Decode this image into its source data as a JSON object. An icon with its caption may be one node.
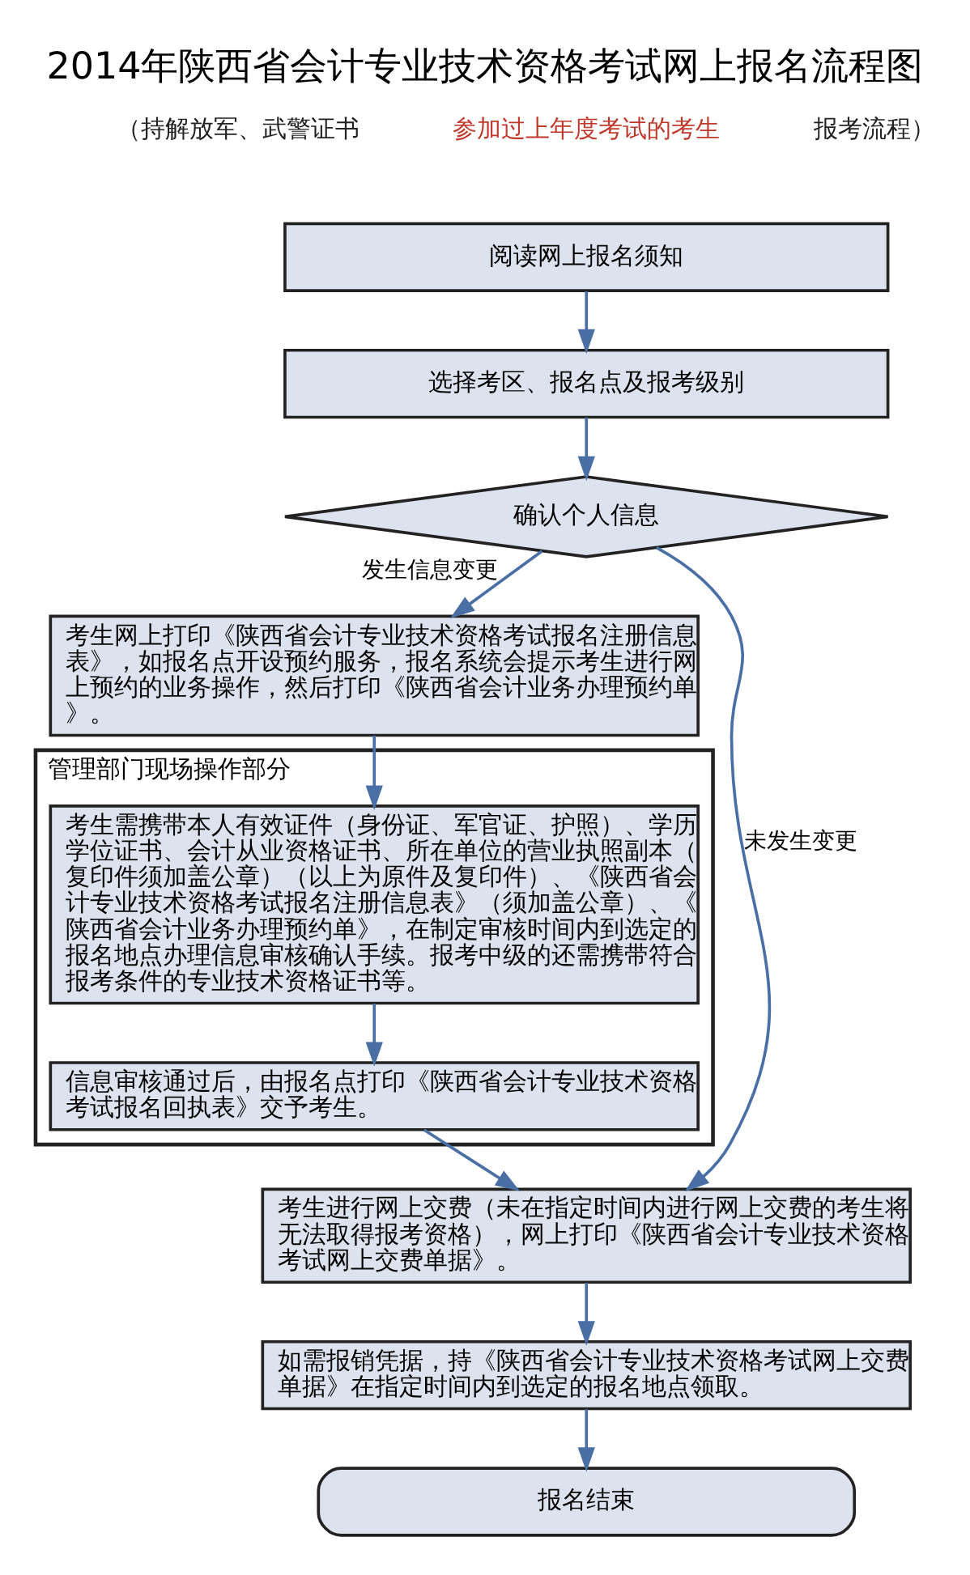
{
  "diagram": {
    "title": "2014年陕西省会计专业技术资格考试网上报名流程图",
    "nodes": [
      {
        "text": [
          "阅读网上报名须知"
        ]
      },
      {
        "text": [
          "选择考区、报名点及报考级别"
        ]
      },
      {
        "text": [
          "确认个人信息"
        ]
      },
      {
        "text": [
          "考生网上打印《陕西省会计专业技术资格考试报名注册信息表》，如报名点开设预约服务，报名系统会提示考生进行网上预约的业务操作，然后打印《陕西省会计业务办理预约单》。"
        ]
      },
      {
        "text": [
          "管理部门现场操作部分"
        ]
      },
      {
        "text": [
          "考生需携带本人有效证件（身份证、军官证、护照）、学历学位证书、会计从业资格证书、所在单位的营业执照副本（复印件须加盖公章）（以上为原件及复印件）、《陕西省会计专业技术资格考试报名注册信息表》（须加盖公章）、《陕西省会计业务办理预约单》，在制定审核时间内到选定的报名地点办理信息审核确认手续。报考中级的还需携带符合报考条件的专业技术资格证书等。"
        ],
        "in": 4
      },
      {
        "text": [
          "信息审核通过后，由报名点打印《陕西省会计专业技术资格考试报名回执表》交予考生。"
        ],
        "in": 4
      },
      {
        "text": [
          "考生进行网上交费（未在指定时间内进行网上交费的考生将无法取得报考资格），网上打印《陕西省会计专业技术资格考试网上交费单据》。"
        ]
      },
      {
        "text": [
          "如需报销凭据，持《陕西省会计专业技术资格考试网上交费单据》在指定时间内到选定的报名地点领取。"
        ]
      },
      {
        "text": [
          "报名结束"
        ]
      }
    ],
    "edges": [
      {
        "from": 0,
        "to": 1,
        "arrow": "to"
      },
      {
        "from": 1,
        "to": 2,
        "arrow": "to"
      },
      {
        "from": 2,
        "to": 3,
        "arrow": "to",
        "label": "发生信息变更"
      },
      {
        "from": 3,
        "to": 5,
        "arrow": "to"
      },
      {
        "from": 5,
        "to": 6,
        "arrow": "to"
      },
      {
        "from": 6,
        "to": 7,
        "arrow": "to"
      },
      {
        "from": 2,
        "to": 7,
        "arrow": "to",
        "label": "未发生变更"
      },
      {
        "from": 7,
        "to": 8,
        "arrow": "to"
      },
      {
        "from": 8,
        "to": 9,
        "arrow": "to"
      }
    ],
    "labels": [
      "（持解放军、武警证书",
      "参加过上年度考试的考生",
      "报考流程）"
    ]
  }
}
